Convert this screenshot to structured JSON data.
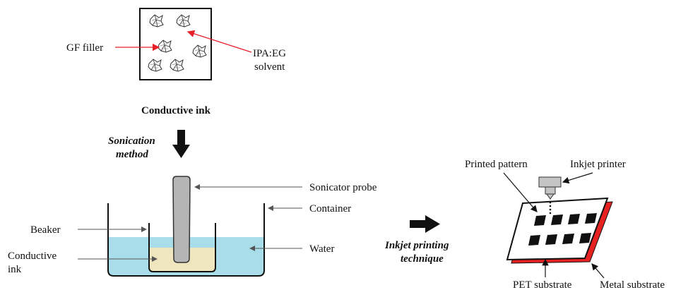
{
  "labels": {
    "gf_filler": "GF filler",
    "ipa_eg_line1": "IPA:EG",
    "ipa_eg_line2": "solvent",
    "conductive_ink_title": "Conductive ink",
    "sonication_line1": "Sonication",
    "sonication_line2": "method",
    "sonicator_probe": "Sonicator probe",
    "container": "Container",
    "beaker": "Beaker",
    "water": "Water",
    "conductive_ink_line1": "Conductive",
    "conductive_ink_line2": "ink",
    "inkjet_technique_line1": "Inkjet printing",
    "inkjet_technique_line2": "technique",
    "printed_pattern": "Printed pattern",
    "inkjet_printer": "Inkjet printer",
    "pet_substrate": "PET substrate",
    "metal_substrate": "Metal substrate"
  },
  "colors": {
    "red_arrow": "#e8202a",
    "water": "#a9dde9",
    "ink": "#efe5bf",
    "probe": "#b5b5b5",
    "metal": "#e52121",
    "printer": "#c4c4c4"
  },
  "icons": {
    "gf_particle": "graphene-flake-icon",
    "process_arrow": "down-arrow-icon",
    "printing_arrow": "right-arrow-icon"
  }
}
